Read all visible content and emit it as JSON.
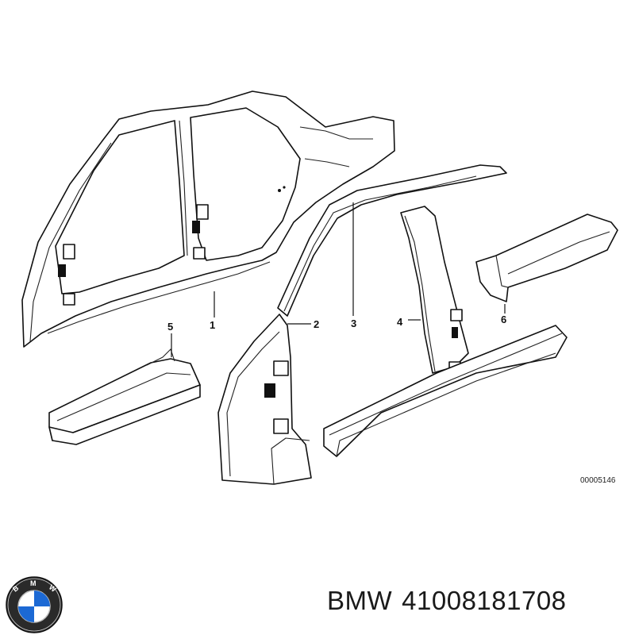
{
  "diagram": {
    "callouts": [
      "1",
      "2",
      "3",
      "4",
      "5",
      "6"
    ],
    "reference_number": "00005146"
  },
  "caption": {
    "brand": "BMW",
    "part_number": "41008181708"
  },
  "logo": {
    "letters": "BMW",
    "colors": {
      "blue": "#1c69d4",
      "ring": "#111111",
      "white": "#ffffff"
    }
  }
}
